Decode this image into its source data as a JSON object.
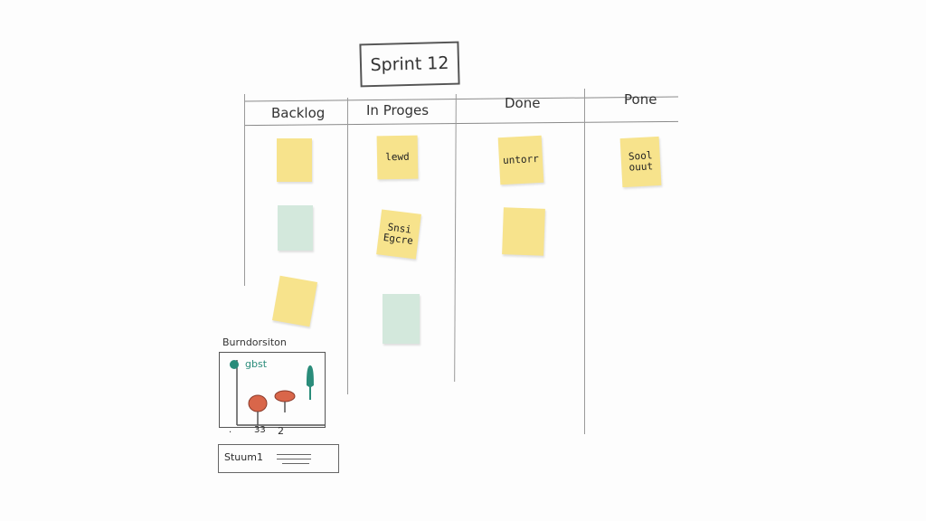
{
  "board": {
    "title": "Sprint 12",
    "columns": [
      {
        "label": "Backlog"
      },
      {
        "label": "In Proges"
      },
      {
        "label": "Done"
      },
      {
        "label": "Pone"
      }
    ],
    "notes": {
      "backlog": [
        {
          "text": "",
          "color": "yellow"
        },
        {
          "text": "",
          "color": "green"
        },
        {
          "text": "",
          "color": "yellow"
        }
      ],
      "in_progress": [
        {
          "text": "lewd",
          "color": "yellow"
        },
        {
          "text": "Snsi Egcre",
          "color": "yellow"
        },
        {
          "text": "",
          "color": "green"
        }
      ],
      "done": [
        {
          "text": "untorr",
          "color": "yellow"
        },
        {
          "text": "",
          "color": "yellow"
        }
      ],
      "pone": [
        {
          "text": "Sool ouut",
          "color": "yellow"
        }
      ]
    }
  },
  "burndown": {
    "label": "Burndorsiton",
    "legend": "gbst",
    "x_ticks": [
      ".",
      "33",
      "2"
    ]
  },
  "summary": {
    "label": "Stuum1"
  },
  "colors": {
    "note_yellow": "#f7e38c",
    "note_green": "#d3e8dc",
    "marker_red": "#d9664a",
    "marker_teal": "#2a8c7a"
  }
}
